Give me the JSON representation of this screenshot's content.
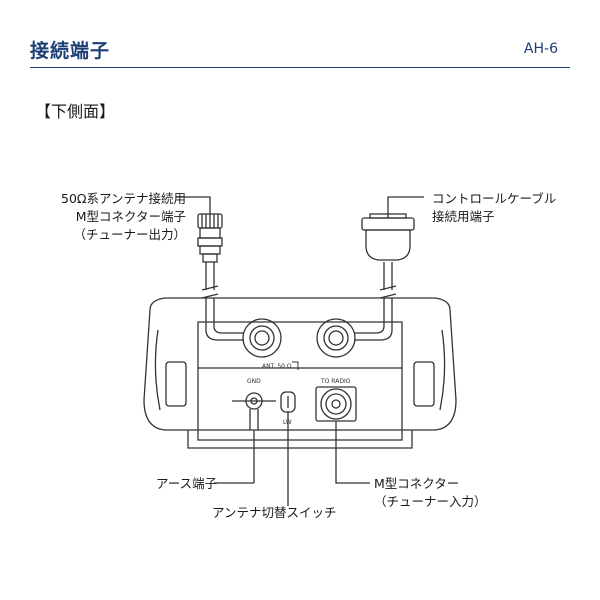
{
  "header": {
    "title": "接続端子",
    "model": "AH-6"
  },
  "view_title": "【下側面】",
  "callouts": {
    "ant_connector": [
      "50Ω系アンテナ接続用",
      "M型コネクター端子",
      "（チューナー出力）"
    ],
    "control_cable": [
      "コントロールケーブル",
      "接続用端子"
    ],
    "ground": "アース端子",
    "antenna_switch": "アンテナ切替スイッチ",
    "m_connector_in": [
      "M型コネクター",
      "（チューナー入力）"
    ]
  },
  "panel_labels": {
    "ant": "ANT. 50 Ω",
    "gnd": "GND",
    "to_radio": "TO RADIO",
    "lw": "LW"
  }
}
